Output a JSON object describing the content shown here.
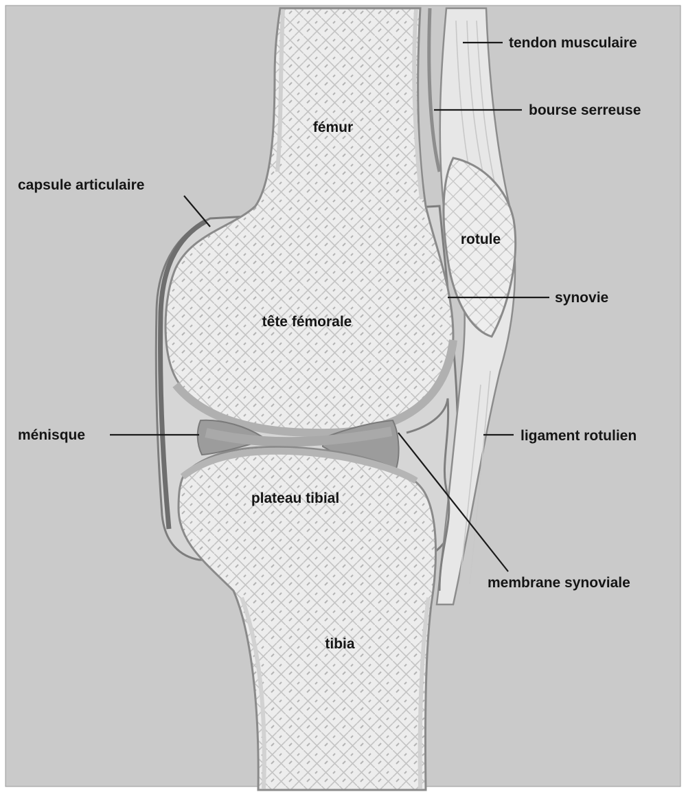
{
  "labels": {
    "femur": "fémur",
    "tete_femorale": "tête fémorale",
    "rotule": "rotule",
    "plateau_tibial": "plateau tibial",
    "tibia": "tibia",
    "tendon_musculaire": "tendon musculaire",
    "bourse_serreuse": "bourse serreuse",
    "capsule_articulaire": "capsule articulaire",
    "synovie": "synovie",
    "menisque": "ménisque",
    "ligament_rotulien": "ligament rotulien",
    "membrane_synoviale": "membrane synoviale"
  },
  "colors": {
    "background": "#cacaca",
    "bone": "#ededed",
    "bone_outline": "#8a8a8a",
    "cartilage": "#b9b9b9",
    "meniscus": "#9c9c9c",
    "capsule": "#7d7d7d"
  }
}
